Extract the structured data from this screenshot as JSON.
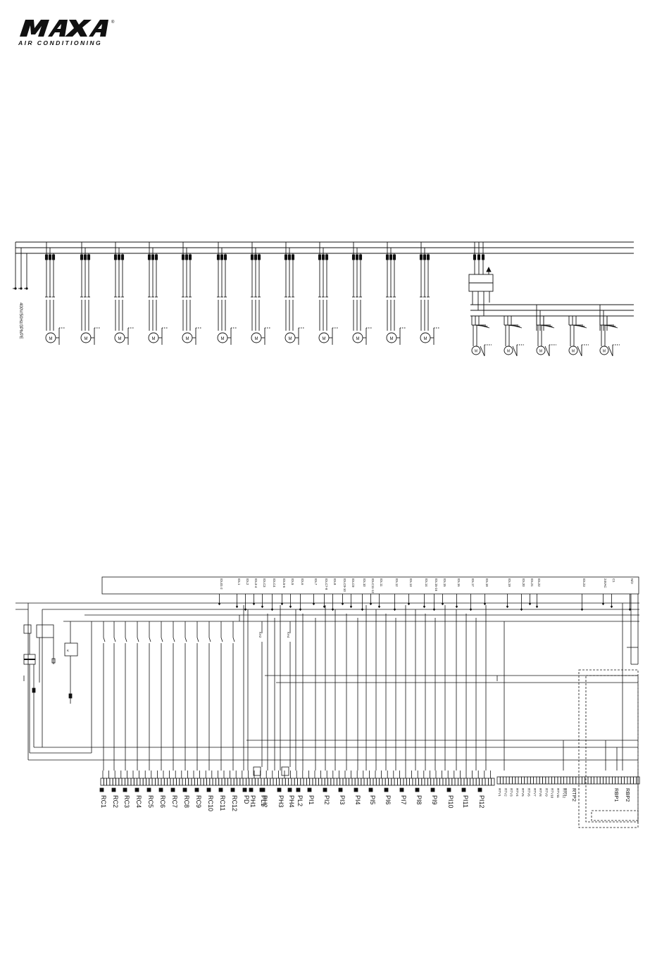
{
  "brand": {
    "name": "MAXA",
    "tagline": "AIR CONDITIONING"
  },
  "power_diagram": {
    "supply_label": "400V/50Hz/3Ph/PE",
    "motor_symbol": "M"
  },
  "control_diagram": {
    "top_labels": [
      "IDL01-2",
      "IDL1",
      "IDL2",
      "IDL3-4",
      "IDLC3",
      "IDLC4",
      "IDL5-6",
      "IDL5",
      "IDL6",
      "IDL7",
      "IDLC7-8",
      "IDL8",
      "IDLC9-10",
      "IDLC9",
      "IDL10",
      "IDLC11-12",
      "IDL11",
      "IDL12",
      "IDL13",
      "IDL14",
      "IDL15-16",
      "IDL15",
      "IDL16",
      "IDL17",
      "IDL18",
      "IDL19",
      "IDL20",
      "IDL21",
      "IDL22",
      "IDL23",
      "24VAC",
      "C1",
      "N/O"
    ],
    "relay_labels": [
      "KA2",
      "KA4"
    ],
    "terminal_labels_left": [
      "RC1",
      "RC2",
      "RC3",
      "RC4",
      "RC5",
      "RC6",
      "RC7",
      "RC8",
      "RC9",
      "RC10",
      "RC11",
      "RC12",
      "PD",
      "PH1",
      "PL1",
      "PH2",
      "PH3",
      "PH4",
      "PL2",
      "PI1",
      "PI2",
      "PI3",
      "PI4",
      "PI5",
      "PI6",
      "PI7",
      "PI8",
      "PI9",
      "PI10",
      "PI11",
      "PI12"
    ],
    "terminal_labels_right": [
      "RTV1",
      "RTV2",
      "RTV3",
      "RTV4",
      "RTV5",
      "RTV6",
      "RTV7",
      "RTV8",
      "RTV9",
      "RTV10",
      "RTV11",
      "RTV12",
      "RTP1",
      "RTP2",
      "RBP1",
      "RBP2"
    ]
  }
}
